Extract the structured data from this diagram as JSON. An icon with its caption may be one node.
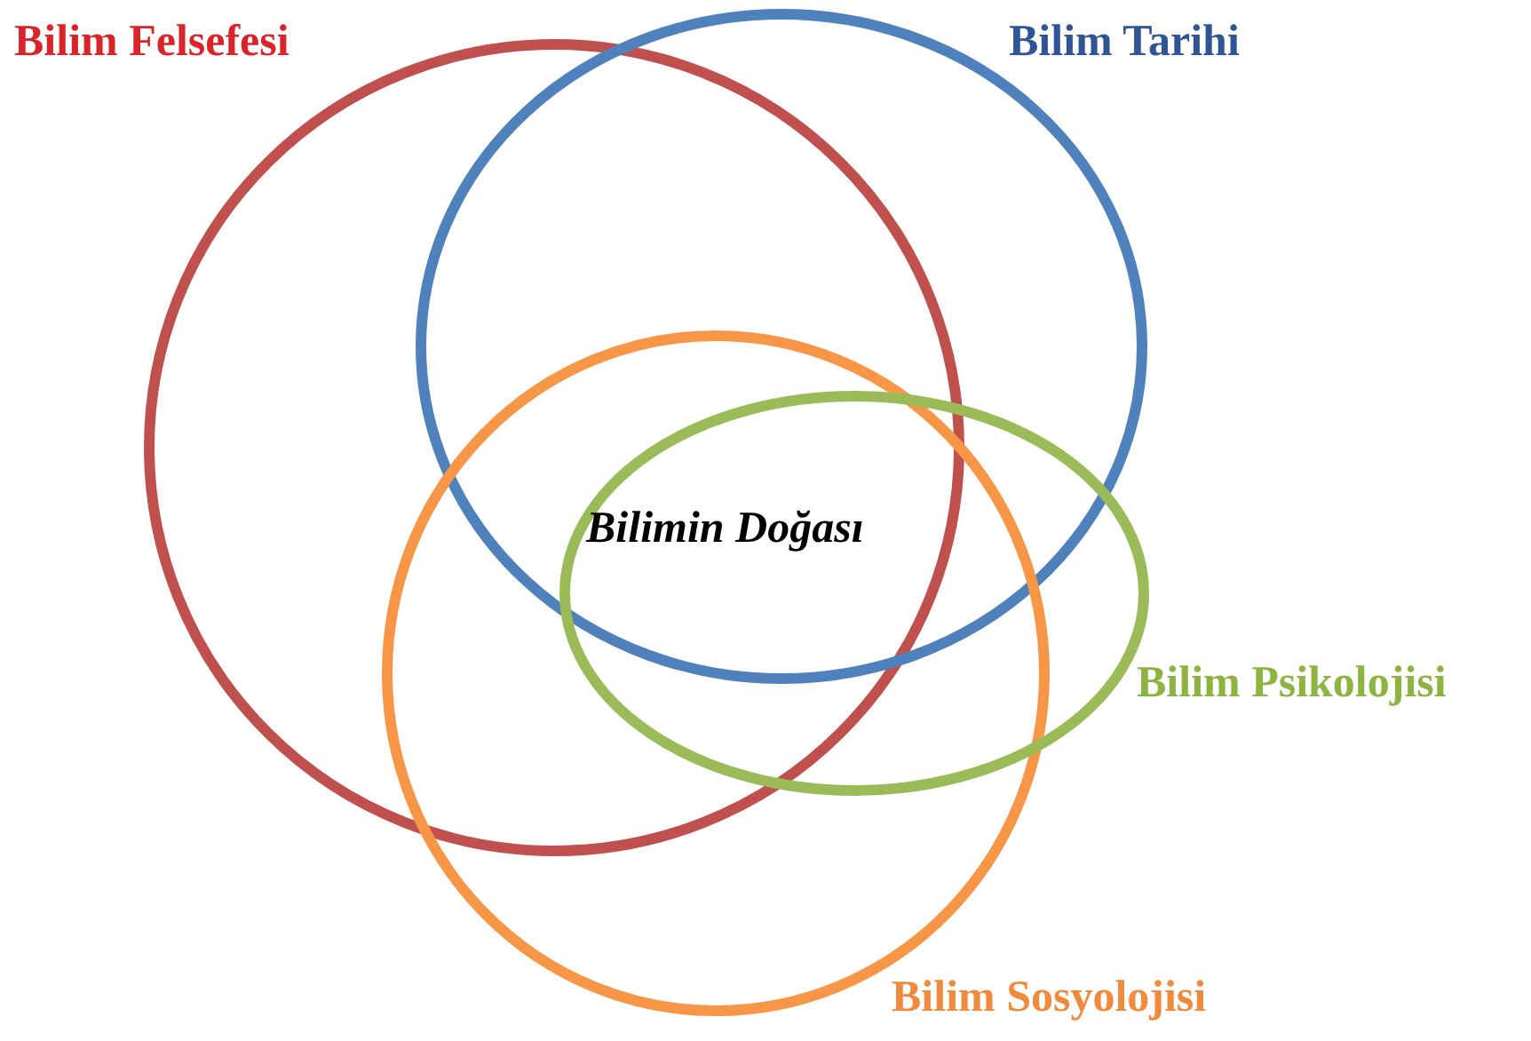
{
  "diagram": {
    "nodes": [
      {
        "text": [
          "Bilim Felsefesi"
        ]
      },
      {
        "text": [
          "Bilim Tarihi"
        ]
      },
      {
        "text": [
          "Bilim Sosyolojisi"
        ]
      },
      {
        "text": [
          "Bilim Psikolojisi"
        ]
      },
      {
        "text": [
          "Bilimin Doğası"
        ]
      }
    ]
  }
}
